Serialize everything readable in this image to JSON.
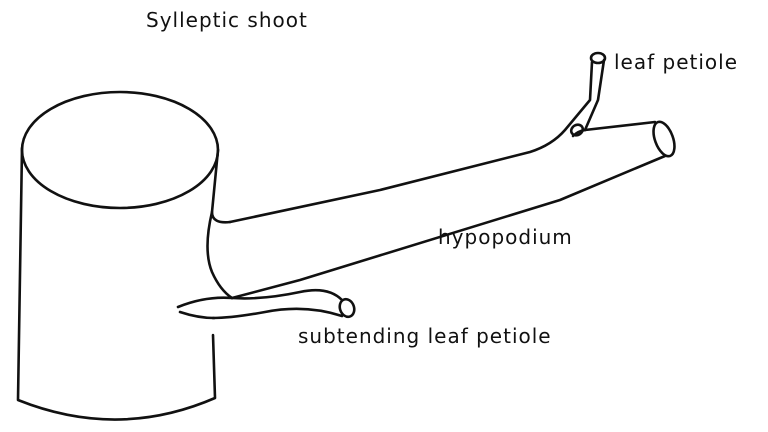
{
  "diagram": {
    "title": "Sylleptic shoot",
    "labels": {
      "leaf_petiole": "leaf petiole",
      "hypopodium": "hypopodium",
      "subtending_leaf_petiole": "subtending leaf petiole"
    }
  }
}
